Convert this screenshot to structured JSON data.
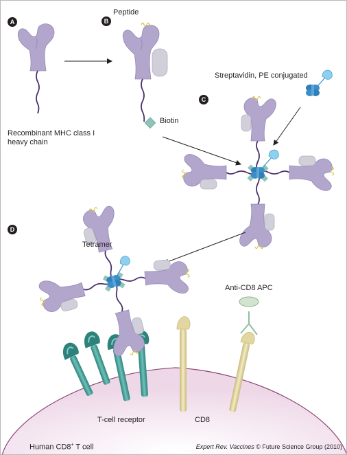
{
  "panels": {
    "a": {
      "badge": "A"
    },
    "b": {
      "badge": "B"
    },
    "c": {
      "badge": "C"
    },
    "d": {
      "badge": "D"
    }
  },
  "labels": {
    "peptide": "Peptide",
    "mhc_heavy_chain_line1": "Recombinant MHC class I",
    "mhc_heavy_chain_line2": "heavy chain",
    "biotin": "Biotin",
    "streptavidin": "Streptavidin, PE conjugated",
    "tetramer": "Tetramer",
    "anti_cd8": "Anti-CD8 APC",
    "tcr": "T-cell receptor",
    "cd8": "CD8",
    "t_cell": "Human CD8",
    "t_cell_sup": "+",
    "t_cell_suffix": " T cell"
  },
  "credit": {
    "journal": "Expert Rev. Vaccines",
    "rest": " © Future Science Group (2010)"
  },
  "colors": {
    "mhc_fill": "#b3a6cc",
    "mhc_stroke": "#8c7cac",
    "b2m_fill": "#d1cfd9",
    "peptide": "#e2d36a",
    "streptavidin": "#3b8ec8",
    "pe_label": "#8ed0ee",
    "biotin": "#8fc5b9",
    "tcr": "#3f9c96",
    "cd8": "#e3d7a1",
    "cell_fill": "#f0e4ee",
    "cell_stroke": "#8c4475",
    "tail": "#4a2f6b"
  }
}
